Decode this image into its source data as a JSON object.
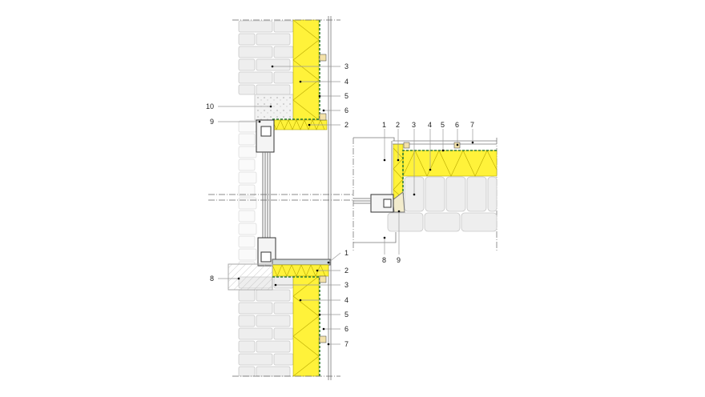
{
  "drawing": {
    "colors": {
      "insulation": "#fff23a",
      "membrane": "#2e7d32",
      "masonry": "#eeeeee",
      "batten": "#f3e2a8"
    },
    "vertical_section": {
      "top_labels": [
        "3",
        "4",
        "5",
        "6",
        "2",
        "10",
        "9"
      ],
      "bottom_labels": [
        "1",
        "2",
        "3",
        "4",
        "5",
        "6",
        "7",
        "8"
      ]
    },
    "horizontal_section": {
      "top_labels": [
        "1",
        "2",
        "3",
        "4",
        "5",
        "6",
        "7"
      ],
      "bottom_labels": [
        "8",
        "9"
      ]
    }
  }
}
